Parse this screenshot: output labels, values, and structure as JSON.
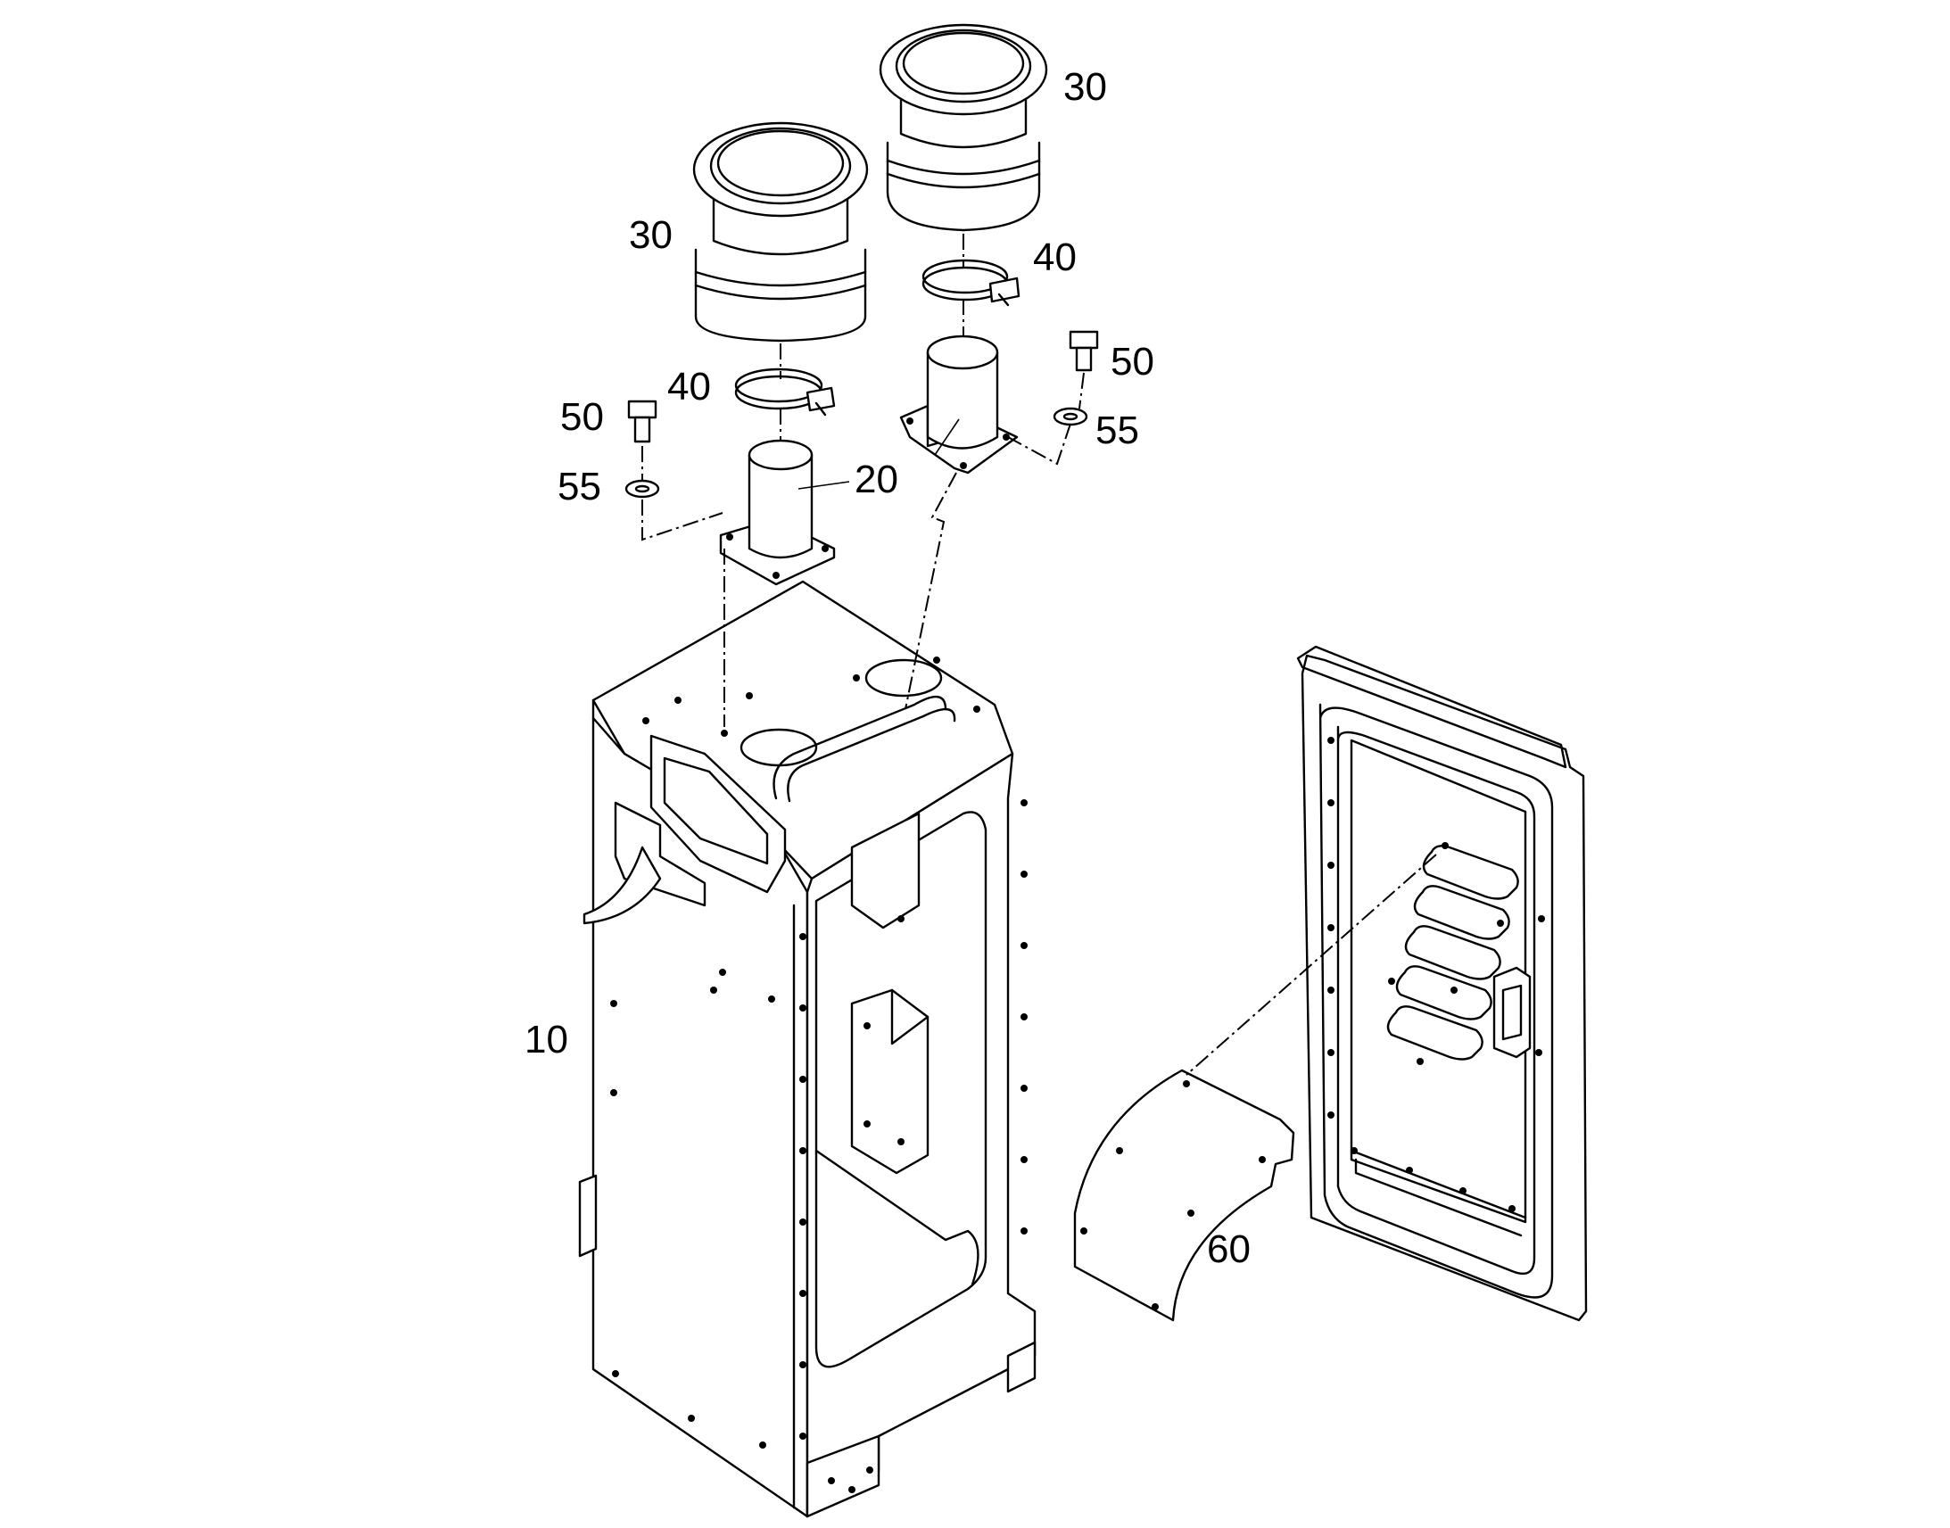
{
  "callouts": {
    "c10": "10",
    "c20": "20",
    "c30a": "30",
    "c30b": "30",
    "c40a": "40",
    "c40b": "40",
    "c50a": "50",
    "c50b": "50",
    "c55a": "55",
    "c55b": "55",
    "c60": "60"
  },
  "colors": {
    "line": "#000000",
    "background": "#ffffff"
  }
}
